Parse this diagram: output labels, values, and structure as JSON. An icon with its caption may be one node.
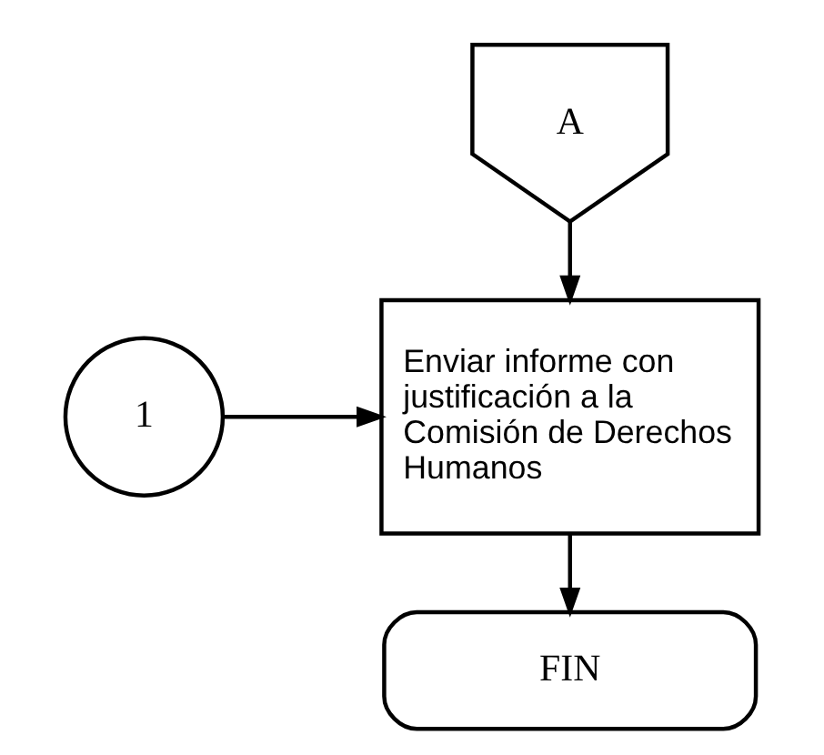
{
  "diagram": {
    "nodes": [
      {
        "text": [
          "A"
        ]
      },
      {
        "text": [
          "1"
        ]
      },
      {
        "text": [
          "Enviar informe con justificación a la Comisión de Derechos Humanos"
        ]
      },
      {
        "text": [
          "FIN"
        ]
      }
    ],
    "edges": [
      {
        "from": 0,
        "to": 2,
        "arrow": "to"
      },
      {
        "from": 1,
        "to": 2,
        "arrow": "to"
      },
      {
        "from": 2,
        "to": 3,
        "arrow": "to"
      }
    ]
  }
}
